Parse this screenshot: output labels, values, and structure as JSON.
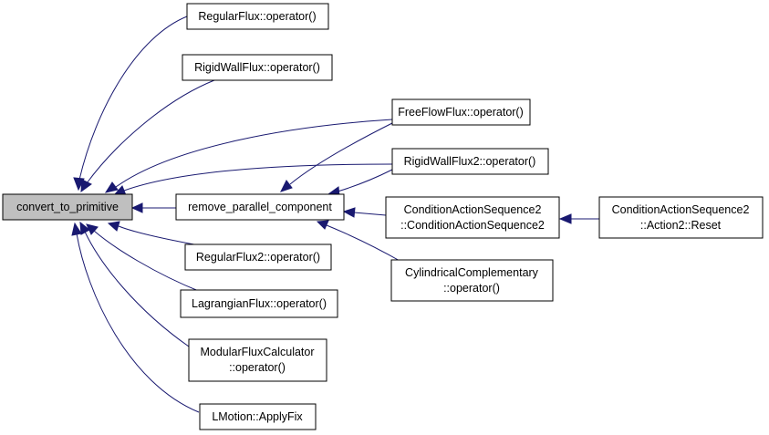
{
  "graph": {
    "nodes": {
      "convert_to_primitive": "convert_to_primitive",
      "remove_parallel_component": "remove_parallel_component",
      "regular_flux": "RegularFlux::operator()",
      "rigid_wall_flux": "RigidWallFlux::operator()",
      "free_flow_flux": "FreeFlowFlux::operator()",
      "rigid_wall_flux2": "RigidWallFlux2::operator()",
      "condition_action_sequence2": [
        "ConditionActionSequence2",
        "::ConditionActionSequence2"
      ],
      "action2_reset": [
        "ConditionActionSequence2",
        "::Action2::Reset"
      ],
      "cylindrical_complementary": [
        "CylindricalComplementary",
        "::operator()"
      ],
      "regular_flux2": "RegularFlux2::operator()",
      "lagrangian_flux": "LagrangianFlux::operator()",
      "modular_flux_calculator": [
        "ModularFluxCalculator",
        "::operator()"
      ],
      "lmotion_apply_fix": "LMotion::ApplyFix"
    },
    "colors": {
      "edge": "#191970",
      "current_node_fill": "#bfbfbf",
      "node_border": "#000000"
    }
  }
}
